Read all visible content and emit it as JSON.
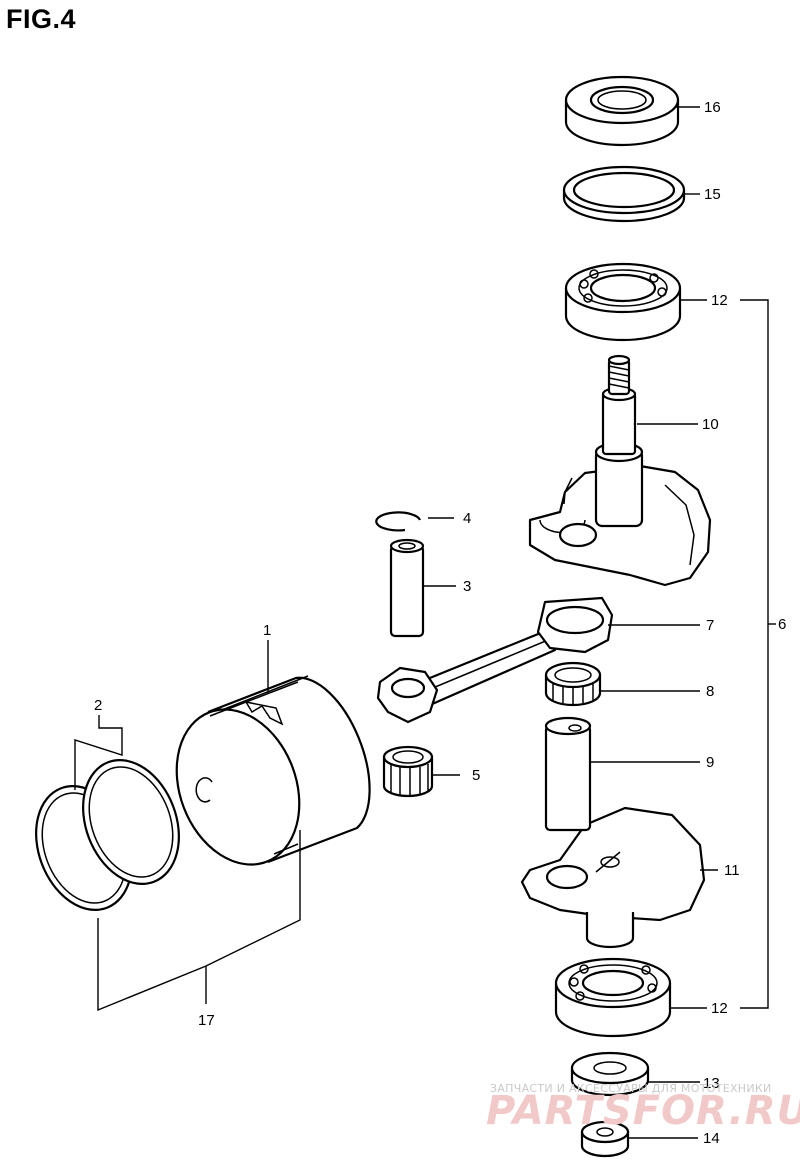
{
  "figure": {
    "title": "FIG.4"
  },
  "callouts": [
    {
      "id": "16",
      "label": "16"
    },
    {
      "id": "15",
      "label": "15"
    },
    {
      "id": "12a",
      "label": "12"
    },
    {
      "id": "10",
      "label": "10"
    },
    {
      "id": "4",
      "label": "4"
    },
    {
      "id": "3",
      "label": "3"
    },
    {
      "id": "6",
      "label": "6"
    },
    {
      "id": "7",
      "label": "7"
    },
    {
      "id": "1",
      "label": "1"
    },
    {
      "id": "8",
      "label": "8"
    },
    {
      "id": "2",
      "label": "2"
    },
    {
      "id": "9",
      "label": "9"
    },
    {
      "id": "5",
      "label": "5"
    },
    {
      "id": "11",
      "label": "11"
    },
    {
      "id": "12b",
      "label": "12"
    },
    {
      "id": "17",
      "label": "17"
    },
    {
      "id": "13",
      "label": "13"
    },
    {
      "id": "14",
      "label": "14"
    }
  ],
  "watermark": {
    "tagline": "ЗАПЧАСТИ И АКСЕССУАРЫ ДЛЯ МОТОТЕХНИКИ",
    "site": "PARTSFOR.RU"
  }
}
